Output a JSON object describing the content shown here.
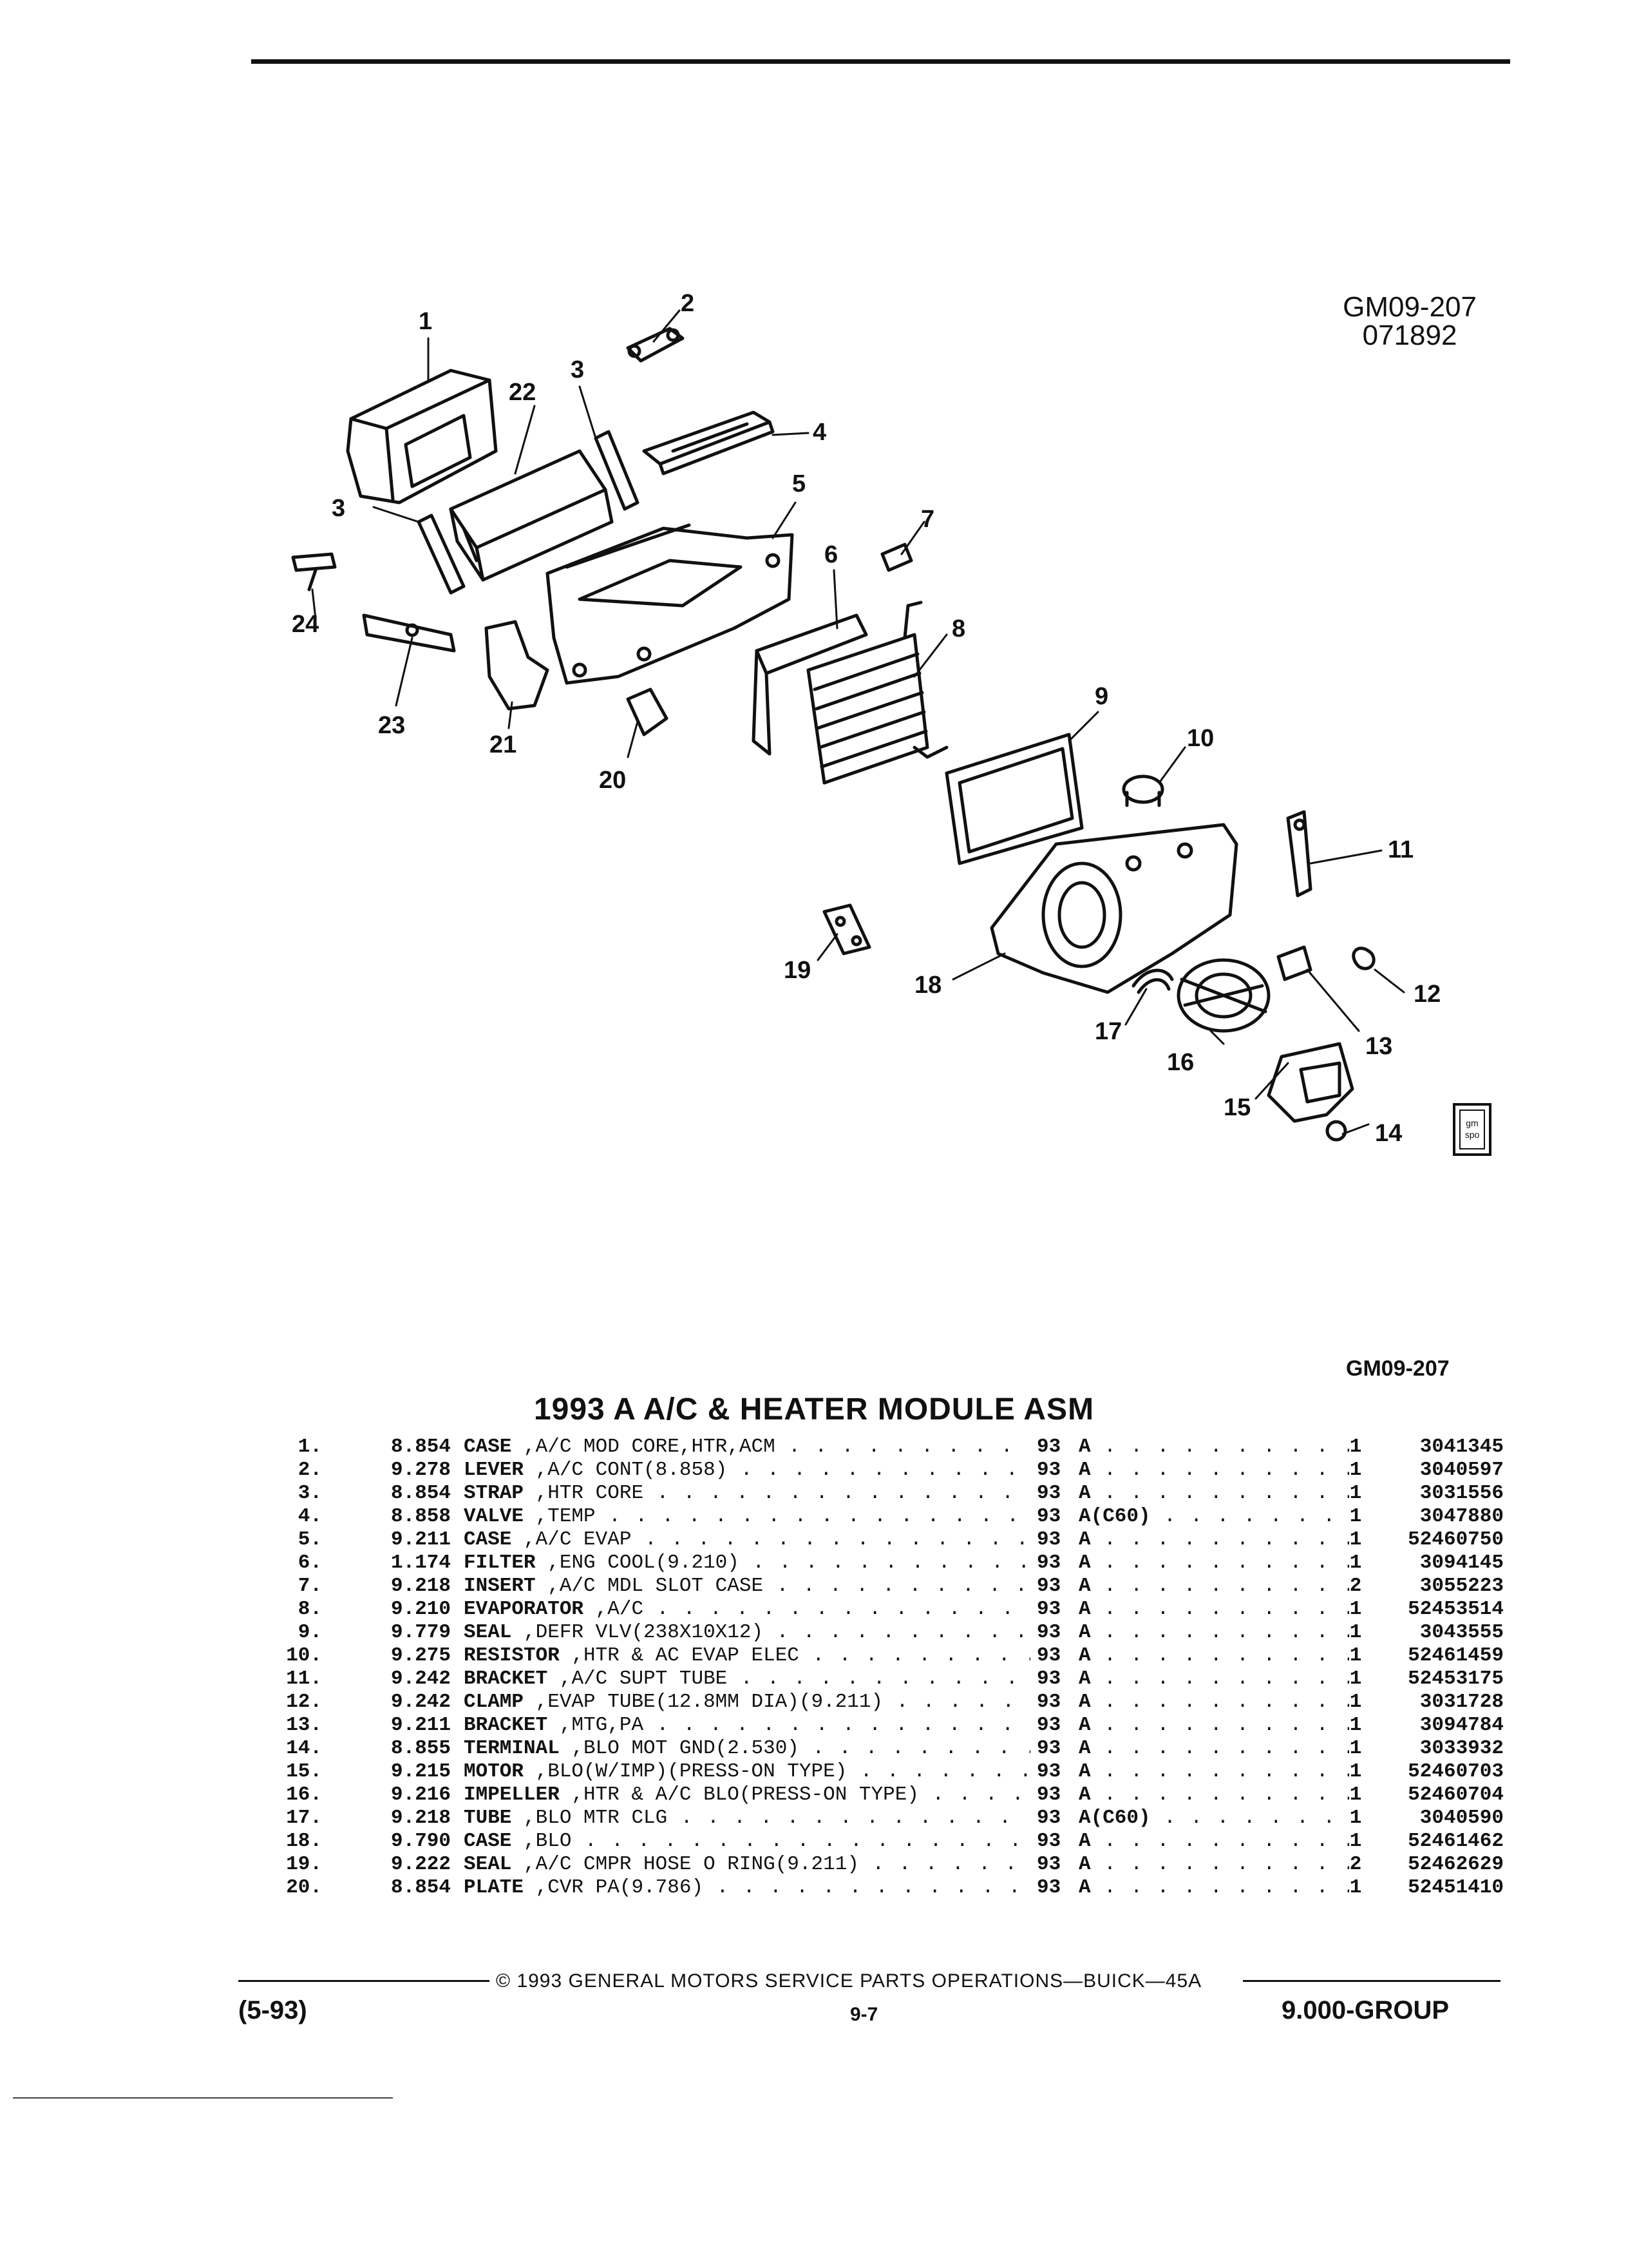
{
  "header": {
    "figure_code": "GM09-207",
    "figure_date": "071892",
    "figure_code_small": "GM09-207"
  },
  "diagram": {
    "callouts": [
      "1",
      "2",
      "3",
      "3",
      "4",
      "5",
      "6",
      "7",
      "8",
      "9",
      "10",
      "11",
      "12",
      "13",
      "14",
      "15",
      "16",
      "17",
      "18",
      "19",
      "20",
      "21",
      "22",
      "23",
      "24"
    ],
    "logo_text": "gm spo"
  },
  "table": {
    "title": "1993 A A/C & HEATER MODULE ASM",
    "rows": [
      {
        "no": "1.",
        "group": "8.854",
        "name": "CASE",
        "detail": ",A/C MOD CORE,HTR,ACM",
        "year": "93",
        "series": "A",
        "qty": "1",
        "part": "3041345"
      },
      {
        "no": "2.",
        "group": "9.278",
        "name": "LEVER",
        "detail": ",A/C CONT(8.858)",
        "year": "93",
        "series": "A",
        "qty": "1",
        "part": "3040597"
      },
      {
        "no": "3.",
        "group": "8.854",
        "name": "STRAP",
        "detail": ",HTR CORE",
        "year": "93",
        "series": "A",
        "qty": "1",
        "part": "3031556"
      },
      {
        "no": "4.",
        "group": "8.858",
        "name": "VALVE",
        "detail": ",TEMP",
        "year": "93",
        "series": "A(C60)",
        "qty": "1",
        "part": "3047880"
      },
      {
        "no": "5.",
        "group": "9.211",
        "name": "CASE",
        "detail": ",A/C EVAP",
        "year": "93",
        "series": "A",
        "qty": "1",
        "part": "52460750"
      },
      {
        "no": "6.",
        "group": "1.174",
        "name": "FILTER",
        "detail": ",ENG COOL(9.210)",
        "year": "93",
        "series": "A",
        "qty": "1",
        "part": "3094145"
      },
      {
        "no": "7.",
        "group": "9.218",
        "name": "INSERT",
        "detail": ",A/C MDL SLOT CASE",
        "year": "93",
        "series": "A",
        "qty": "2",
        "part": "3055223"
      },
      {
        "no": "8.",
        "group": "9.210",
        "name": "EVAPORATOR",
        "detail": ",A/C",
        "year": "93",
        "series": "A",
        "qty": "1",
        "part": "52453514"
      },
      {
        "no": "9.",
        "group": "9.779",
        "name": "SEAL",
        "detail": ",DEFR VLV(238X10X12)",
        "year": "93",
        "series": "A",
        "qty": "1",
        "part": "3043555"
      },
      {
        "no": "10.",
        "group": "9.275",
        "name": "RESISTOR",
        "detail": ",HTR & AC EVAP ELEC",
        "year": "93",
        "series": "A",
        "qty": "1",
        "part": "52461459"
      },
      {
        "no": "11.",
        "group": "9.242",
        "name": "BRACKET",
        "detail": ",A/C SUPT TUBE",
        "year": "93",
        "series": "A",
        "qty": "1",
        "part": "52453175"
      },
      {
        "no": "12.",
        "group": "9.242",
        "name": "CLAMP",
        "detail": ",EVAP TUBE(12.8MM DIA)(9.211)",
        "year": "93",
        "series": "A",
        "qty": "1",
        "part": "3031728"
      },
      {
        "no": "13.",
        "group": "9.211",
        "name": "BRACKET",
        "detail": ",MTG,PA",
        "year": "93",
        "series": "A",
        "qty": "1",
        "part": "3094784"
      },
      {
        "no": "14.",
        "group": "8.855",
        "name": "TERMINAL",
        "detail": ",BLO MOT GND(2.530)",
        "year": "93",
        "series": "A",
        "qty": "1",
        "part": "3033932"
      },
      {
        "no": "15.",
        "group": "9.215",
        "name": "MOTOR",
        "detail": ",BLO(W/IMP)(PRESS-ON TYPE)",
        "year": "93",
        "series": "A",
        "qty": "1",
        "part": "52460703"
      },
      {
        "no": "16.",
        "group": "9.216",
        "name": "IMPELLER",
        "detail": ",HTR & A/C BLO(PRESS-ON TYPE)",
        "year": "93",
        "series": "A",
        "qty": "1",
        "part": "52460704"
      },
      {
        "no": "17.",
        "group": "9.218",
        "name": "TUBE",
        "detail": ",BLO MTR CLG",
        "year": "93",
        "series": "A(C60)",
        "qty": "1",
        "part": "3040590"
      },
      {
        "no": "18.",
        "group": "9.790",
        "name": "CASE",
        "detail": ",BLO",
        "year": "93",
        "series": "A",
        "qty": "1",
        "part": "52461462"
      },
      {
        "no": "19.",
        "group": "9.222",
        "name": "SEAL",
        "detail": ",A/C CMPR HOSE O RING(9.211)",
        "year": "93",
        "series": "A",
        "qty": "2",
        "part": "52462629"
      },
      {
        "no": "20.",
        "group": "8.854",
        "name": "PLATE",
        "detail": ",CVR PA(9.786)",
        "year": "93",
        "series": "A",
        "qty": "1",
        "part": "52451410"
      }
    ]
  },
  "footer": {
    "copyright": "© 1993 GENERAL MOTORS SERVICE PARTS OPERATIONS—BUICK—45A",
    "date_code": "(5-93)",
    "page": "9-7",
    "group": "9.000-GROUP"
  }
}
